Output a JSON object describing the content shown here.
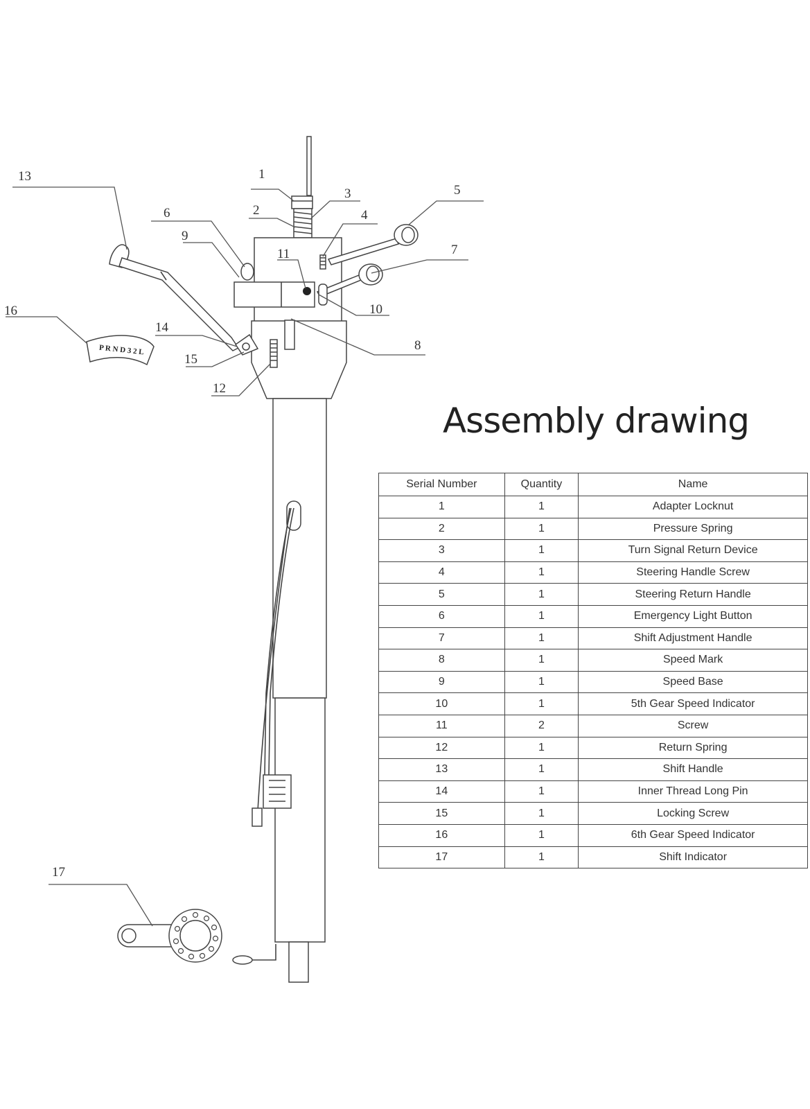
{
  "title": "Assembly drawing",
  "table": {
    "headers": [
      "Serial Number",
      "Quantity",
      "Name"
    ],
    "rows": [
      [
        "1",
        "1",
        "Adapter Locknut"
      ],
      [
        "2",
        "1",
        "Pressure Spring"
      ],
      [
        "3",
        "1",
        "Turn Signal Return Device"
      ],
      [
        "4",
        "1",
        "Steering Handle Screw"
      ],
      [
        "5",
        "1",
        "Steering Return Handle"
      ],
      [
        "6",
        "1",
        "Emergency Light Button"
      ],
      [
        "7",
        "1",
        "Shift Adjustment Handle"
      ],
      [
        "8",
        "1",
        "Speed Mark"
      ],
      [
        "9",
        "1",
        "Speed Base"
      ],
      [
        "10",
        "1",
        "5th Gear Speed Indicator"
      ],
      [
        "11",
        "2",
        "Screw"
      ],
      [
        "12",
        "1",
        "Return Spring"
      ],
      [
        "13",
        "1",
        "Shift Handle"
      ],
      [
        "14",
        "1",
        "Inner Thread Long Pin"
      ],
      [
        "15",
        "1",
        "Locking Screw"
      ],
      [
        "16",
        "1",
        "6th Gear Speed Indicator"
      ],
      [
        "17",
        "1",
        "Shift Indicator"
      ]
    ]
  },
  "callouts": {
    "c1": "1",
    "c2": "2",
    "c3": "3",
    "c4": "4",
    "c5": "5",
    "c6": "6",
    "c7": "7",
    "c8": "8",
    "c9": "9",
    "c10": "10",
    "c11": "11",
    "c12": "12",
    "c13": "13",
    "c14": "14",
    "c15": "15",
    "c16": "16",
    "c17": "17"
  },
  "indicator_label": "P R N D 3 2 L"
}
